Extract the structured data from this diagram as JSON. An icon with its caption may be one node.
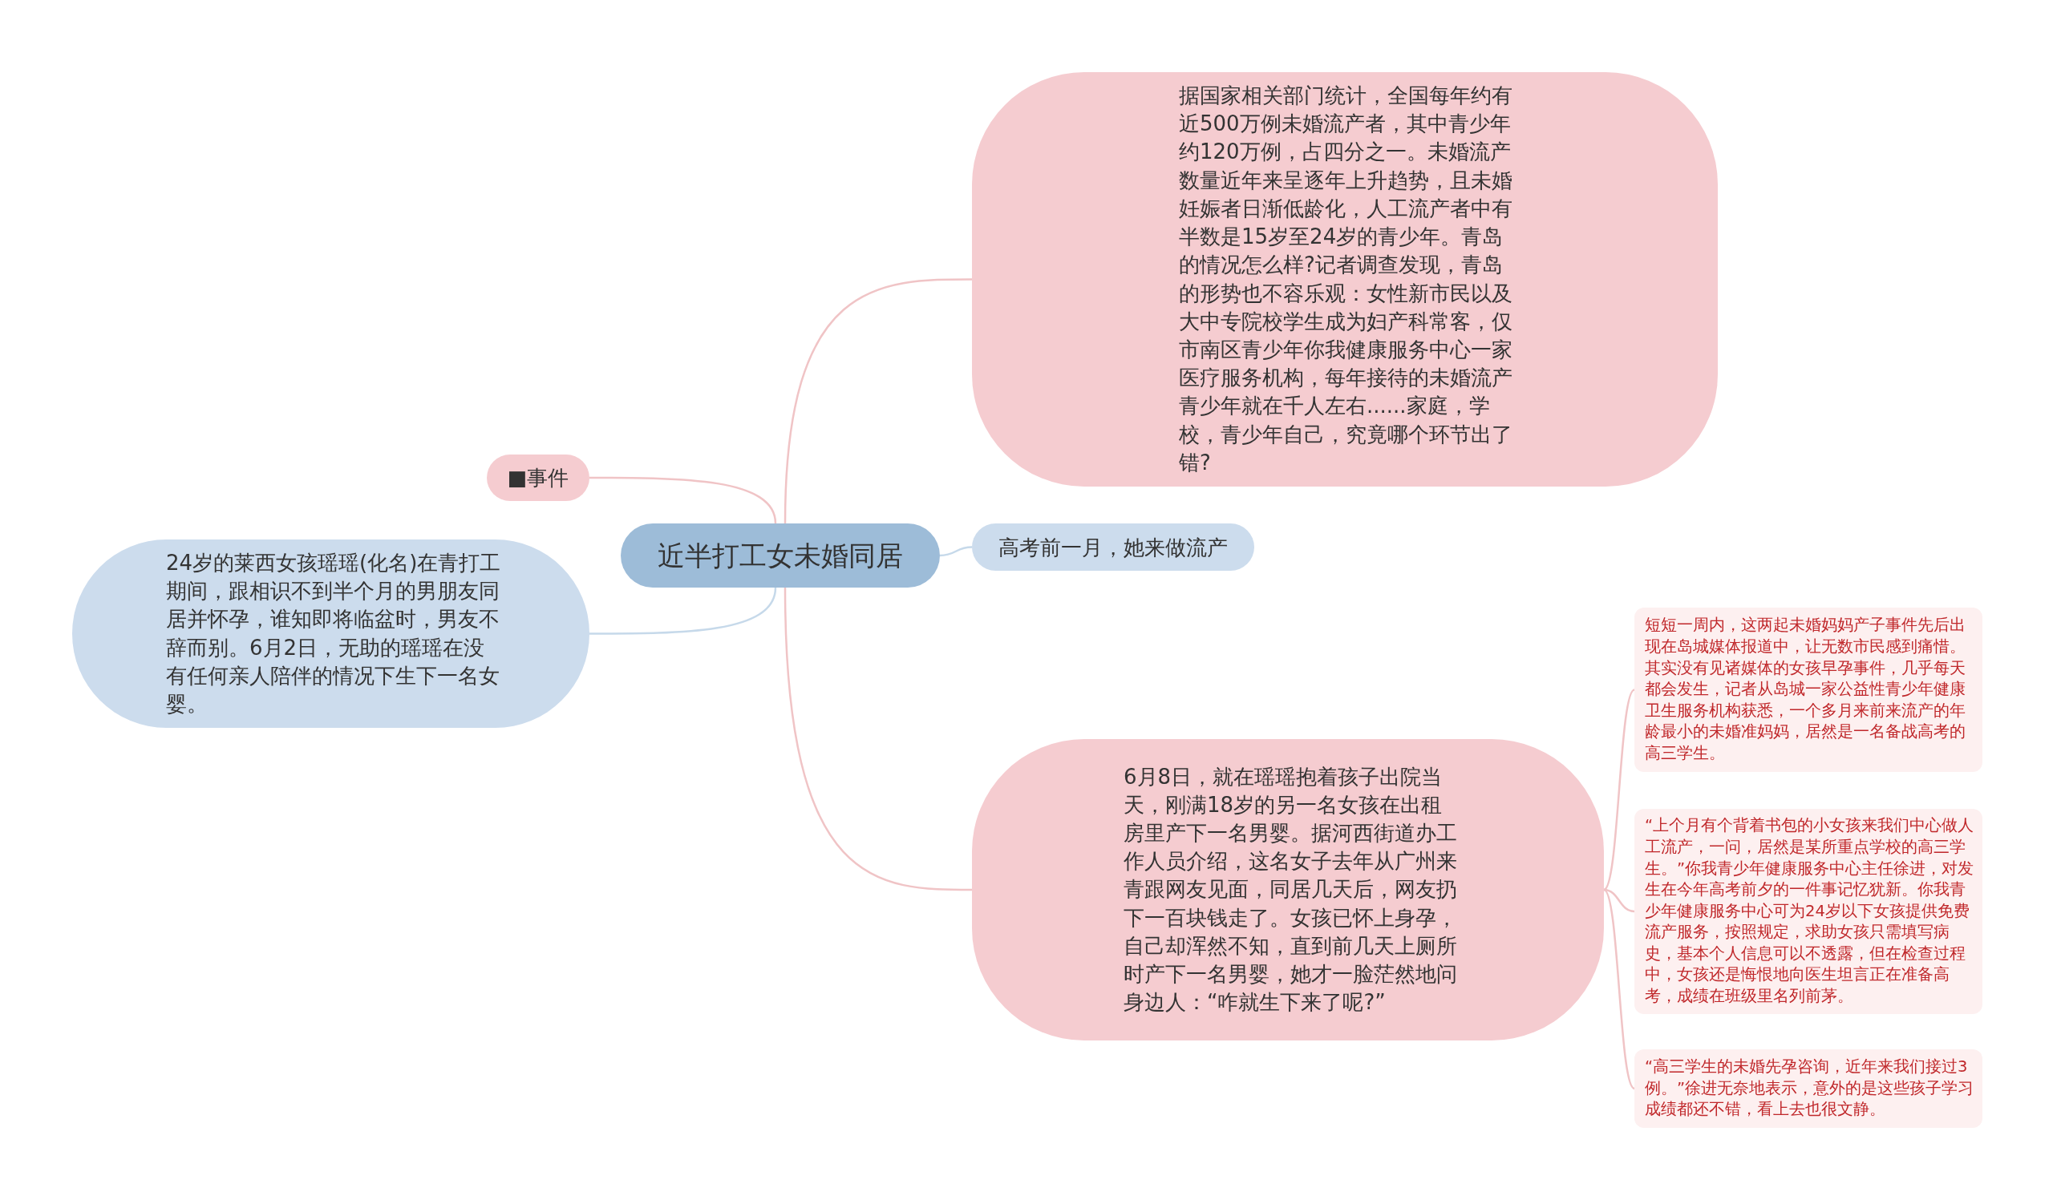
{
  "diagram": {
    "nodes": [
      {
        "text": [
          "近半打工女未婚同居"
        ]
      },
      {
        "text": [
          "■事件"
        ]
      },
      {
        "text": [
          "24岁的莱西女孩瑶瑶(化名)在青打工期间，跟相识不到半个月的男朋友同居并怀孕，谁知即将临盆时，男友不辞而别。6月2日，无助的瑶瑶在没有任何亲人陪伴的情况下生下一名女婴。"
        ]
      },
      {
        "text": [
          "据国家相关部门统计，全国每年约有近500万例未婚流产者，其中青少年约120万例，占四分之一。未婚流产数量近年来呈逐年上升趋势，且未婚妊娠者日渐低龄化，人工流产者中有半数是15岁至24岁的青少年。青岛的情况怎么样?记者调查发现，青岛的形势也不容乐观：女性新市民以及大中专院校学生成为妇产科常客，仅市南区青少年你我健康服务中心一家医疗服务机构，每年接待的未婚流产青少年就在千人左右......家庭，学校，青少年自己，究竟哪个环节出了错?"
        ]
      },
      {
        "text": [
          "高考前一月，她来做流产"
        ]
      },
      {
        "text": [
          "6月8日，就在瑶瑶抱着孩子出院当天，刚满18岁的另一名女孩在出租房里产下一名男婴。据河西街道办工作人员介绍，这名女子去年从广州来青跟网友见面，同居几天后，网友扔下一百块钱走了。女孩已怀上身孕，自己却浑然不知，直到前几天上厕所时产下一名男婴，她才一脸茫然地问身边人：“咋就生下来了呢?”"
        ]
      },
      {
        "text": [
          "短短一周内，这两起未婚妈妈产子事件先后出现在岛城媒体报道中，让无数市民感到痛惜。其实没有见诸媒体的女孩早孕事件，几乎每天都会发生，记者从岛城一家公益性青少年健康卫生服务机构获悉，一个多月来前来流产的年龄最小的未婚准妈妈，居然是一名备战高考的高三学生。"
        ]
      },
      {
        "text": [
          "“上个月有个背着书包的小女孩来我们中心做人工流产，一问，居然是某所重点学校的高三学生。”你我青少年健康服务中心主任徐进，对发生在今年高考前夕的一件事记忆犹新。你我青少年健康服务中心可为24岁以下女孩提供免费流产服务，按照规定，求助女孩只需填写病史，基本个人信息可以不透露，但在检查过程中，女孩还是悔恨地向医生坦言正在准备高考，成绩在班级里名列前茅。"
        ]
      },
      {
        "text": [
          "“高三学生的未婚先孕咨询，近年来我们接过3例。”徐进无奈地表示，意外的是这些孩子学习成绩都还不错，看上去也很文静。"
        ]
      }
    ],
    "edges": [
      {
        "from": 0,
        "to": 1,
        "arrow": "none"
      },
      {
        "from": 0,
        "to": 2,
        "arrow": "none",
        "color": "#c6d9ea"
      },
      {
        "from": 0,
        "to": 3,
        "arrow": "none"
      },
      {
        "from": 0,
        "to": 4,
        "arrow": "none",
        "color": "#c6d9ea"
      },
      {
        "from": 0,
        "to": 5,
        "arrow": "none"
      },
      {
        "from": 5,
        "to": 6,
        "arrow": "none"
      },
      {
        "from": 5,
        "to": 7,
        "arrow": "none"
      },
      {
        "from": 5,
        "to": 8,
        "arrow": "none"
      }
    ]
  }
}
